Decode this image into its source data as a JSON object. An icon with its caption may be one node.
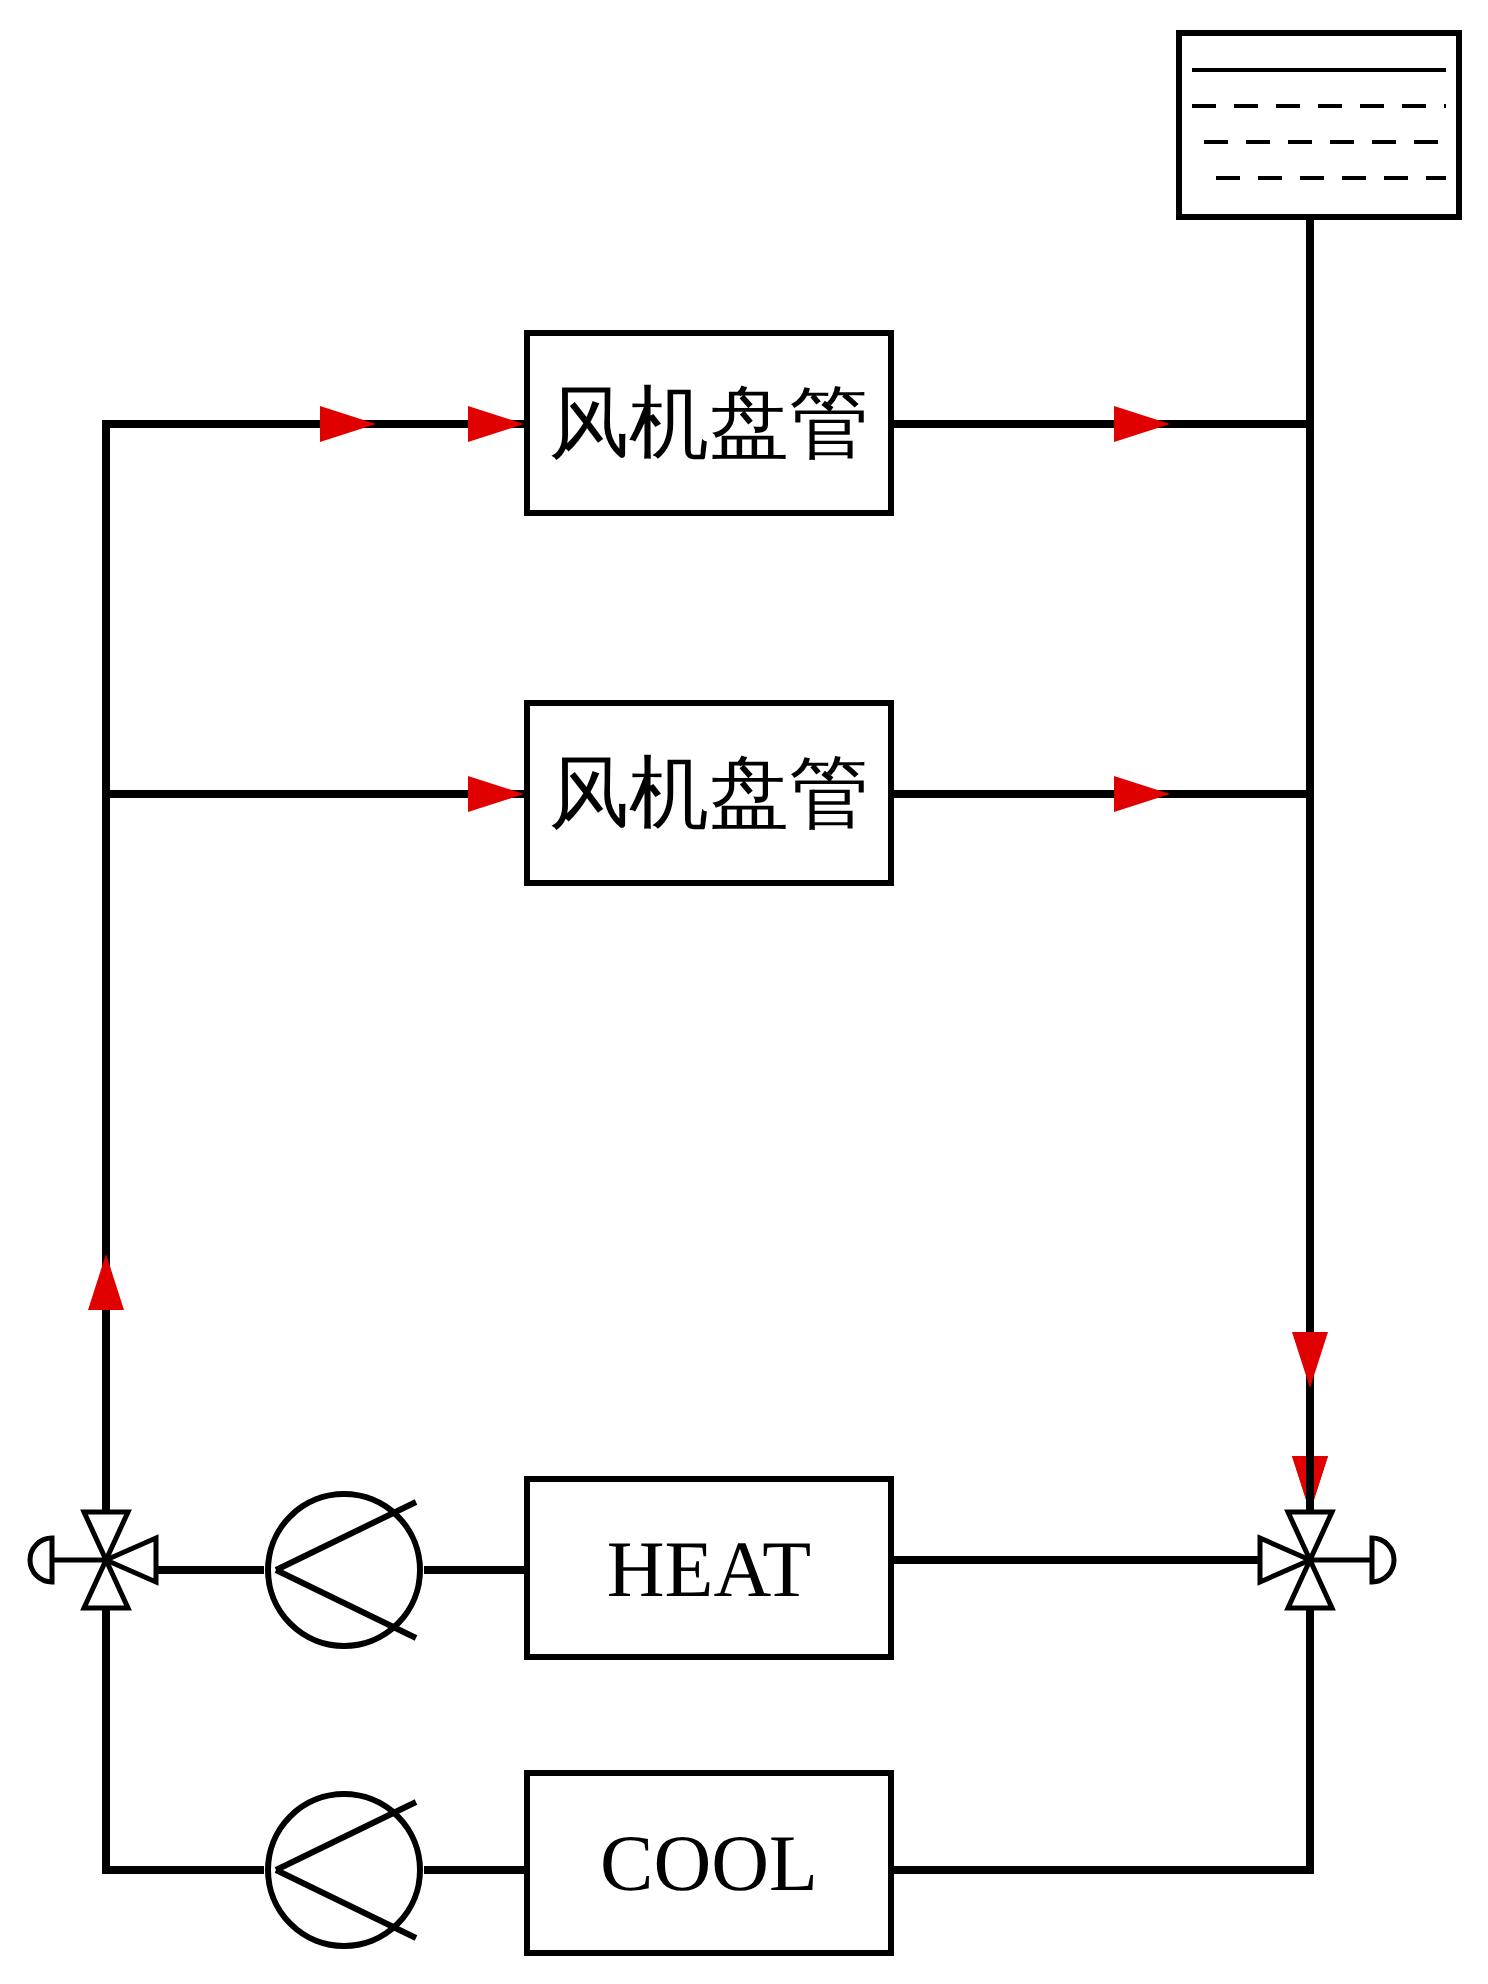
{
  "diagram": {
    "nodes": [
      {
        "text": [],
        "shape": "tank"
      },
      {
        "text": [
          "风机盘管"
        ]
      },
      {
        "text": [
          "风机盘管"
        ]
      },
      {
        "text": [],
        "shape": "valve"
      },
      {
        "text": [],
        "shape": "pump"
      },
      {
        "text": [
          "HEAT"
        ]
      },
      {
        "text": [],
        "shape": "valve"
      },
      {
        "text": [],
        "shape": "pump"
      },
      {
        "text": [
          "COOL"
        ]
      }
    ],
    "edges": [
      {
        "from": 3,
        "to": 1,
        "arrow": "to"
      },
      {
        "from": 3,
        "to": 2,
        "arrow": "to"
      },
      {
        "from": 1,
        "to": 6,
        "arrow": "to"
      },
      {
        "from": 2,
        "to": 6,
        "arrow": "to"
      },
      {
        "from": 0,
        "to": 6,
        "arrow": "none"
      },
      {
        "from": 6,
        "to": 5,
        "arrow": "none"
      },
      {
        "from": 5,
        "to": 4,
        "arrow": "none"
      },
      {
        "from": 4,
        "to": 3,
        "arrow": "none"
      },
      {
        "from": 3,
        "to": 7,
        "arrow": "none"
      },
      {
        "from": 7,
        "to": 8,
        "arrow": "none"
      },
      {
        "from": 8,
        "to": 6,
        "arrow": "none"
      }
    ]
  }
}
